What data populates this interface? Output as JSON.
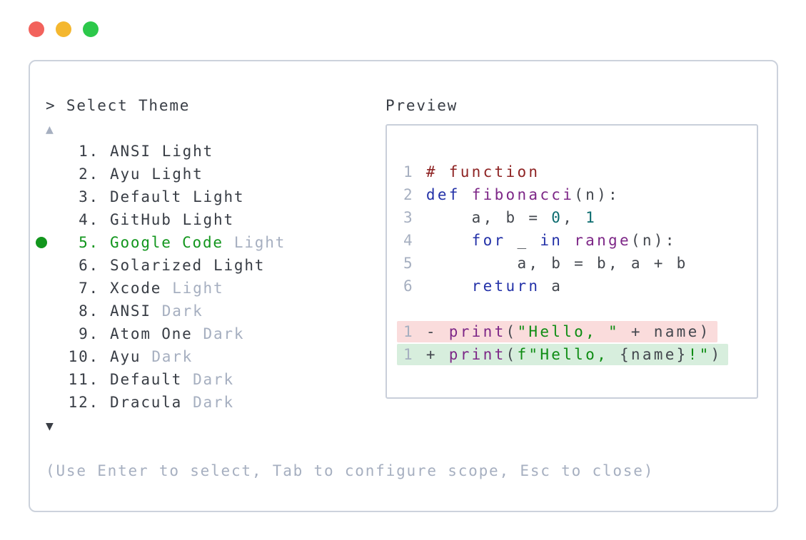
{
  "window": {
    "traffic_lights": [
      {
        "name": "close",
        "color": "#f2625c"
      },
      {
        "name": "minimize",
        "color": "#f4b72f"
      },
      {
        "name": "zoom",
        "color": "#2cc84a"
      }
    ]
  },
  "picker": {
    "title": "> Select Theme",
    "scroll_up": "▲",
    "scroll_down": "▼",
    "items": [
      {
        "num": "1.",
        "name": "ANSI",
        "variant": "Light",
        "variant_muted": false,
        "selected": false
      },
      {
        "num": "2.",
        "name": "Ayu",
        "variant": "Light",
        "variant_muted": false,
        "selected": false
      },
      {
        "num": "3.",
        "name": "Default",
        "variant": "Light",
        "variant_muted": false,
        "selected": false
      },
      {
        "num": "4.",
        "name": "GitHub",
        "variant": "Light",
        "variant_muted": false,
        "selected": false
      },
      {
        "num": "5.",
        "name": "Google Code",
        "variant": "Light",
        "variant_muted": true,
        "selected": true
      },
      {
        "num": "6.",
        "name": "Solarized",
        "variant": "Light",
        "variant_muted": false,
        "selected": false
      },
      {
        "num": "7.",
        "name": "Xcode",
        "variant": "Light",
        "variant_muted": true,
        "selected": false
      },
      {
        "num": "8.",
        "name": "ANSI",
        "variant": "Dark",
        "variant_muted": true,
        "selected": false
      },
      {
        "num": "9.",
        "name": "Atom One",
        "variant": "Dark",
        "variant_muted": true,
        "selected": false
      },
      {
        "num": "10.",
        "name": "Ayu",
        "variant": "Dark",
        "variant_muted": true,
        "selected": false
      },
      {
        "num": "11.",
        "name": "Default",
        "variant": "Dark",
        "variant_muted": true,
        "selected": false
      },
      {
        "num": "12.",
        "name": "Dracula",
        "variant": "Dark",
        "variant_muted": true,
        "selected": false
      }
    ],
    "help": "(Use Enter to select, Tab to configure scope, Esc to close)"
  },
  "preview": {
    "label": "Preview",
    "code": [
      {
        "no": "1",
        "segs": [
          " # function"
        ]
      },
      {
        "no": "2",
        "segs": [
          " ",
          "def",
          " ",
          "fibonacci",
          "(n):"
        ]
      },
      {
        "no": "3",
        "segs": [
          "     a, b = ",
          "0",
          ", ",
          "1"
        ]
      },
      {
        "no": "4",
        "segs": [
          "     ",
          "for",
          " _ ",
          "in",
          " ",
          "range",
          "(n):"
        ]
      },
      {
        "no": "5",
        "segs": [
          "         a, b = b, a + b"
        ]
      },
      {
        "no": "6",
        "segs": [
          "     ",
          "return",
          " a"
        ]
      }
    ],
    "diff": [
      {
        "no": "1",
        "segs": [
          " - ",
          "print",
          "(",
          "\"Hello, \"",
          " + name)"
        ]
      },
      {
        "no": "1",
        "segs": [
          " + ",
          "print",
          "(",
          "f\"Hello, ",
          "{name}",
          "!\"",
          ")"
        ]
      }
    ]
  },
  "colors": {
    "panel_border": "#ccd2dc",
    "preview_border": "#c9cfda",
    "text_dark": "#383d45",
    "text_muted": "#a6afc0",
    "selection_green": "#12961d",
    "syntax_keyword": "#2432a8",
    "syntax_function": "#7d2787",
    "syntax_comment": "#8e2323",
    "syntax_string": "#0d8c12",
    "syntax_number": "#0c6c6f",
    "diff_removed_bg": "#fadcdc",
    "diff_added_bg": "#d7eedd"
  }
}
